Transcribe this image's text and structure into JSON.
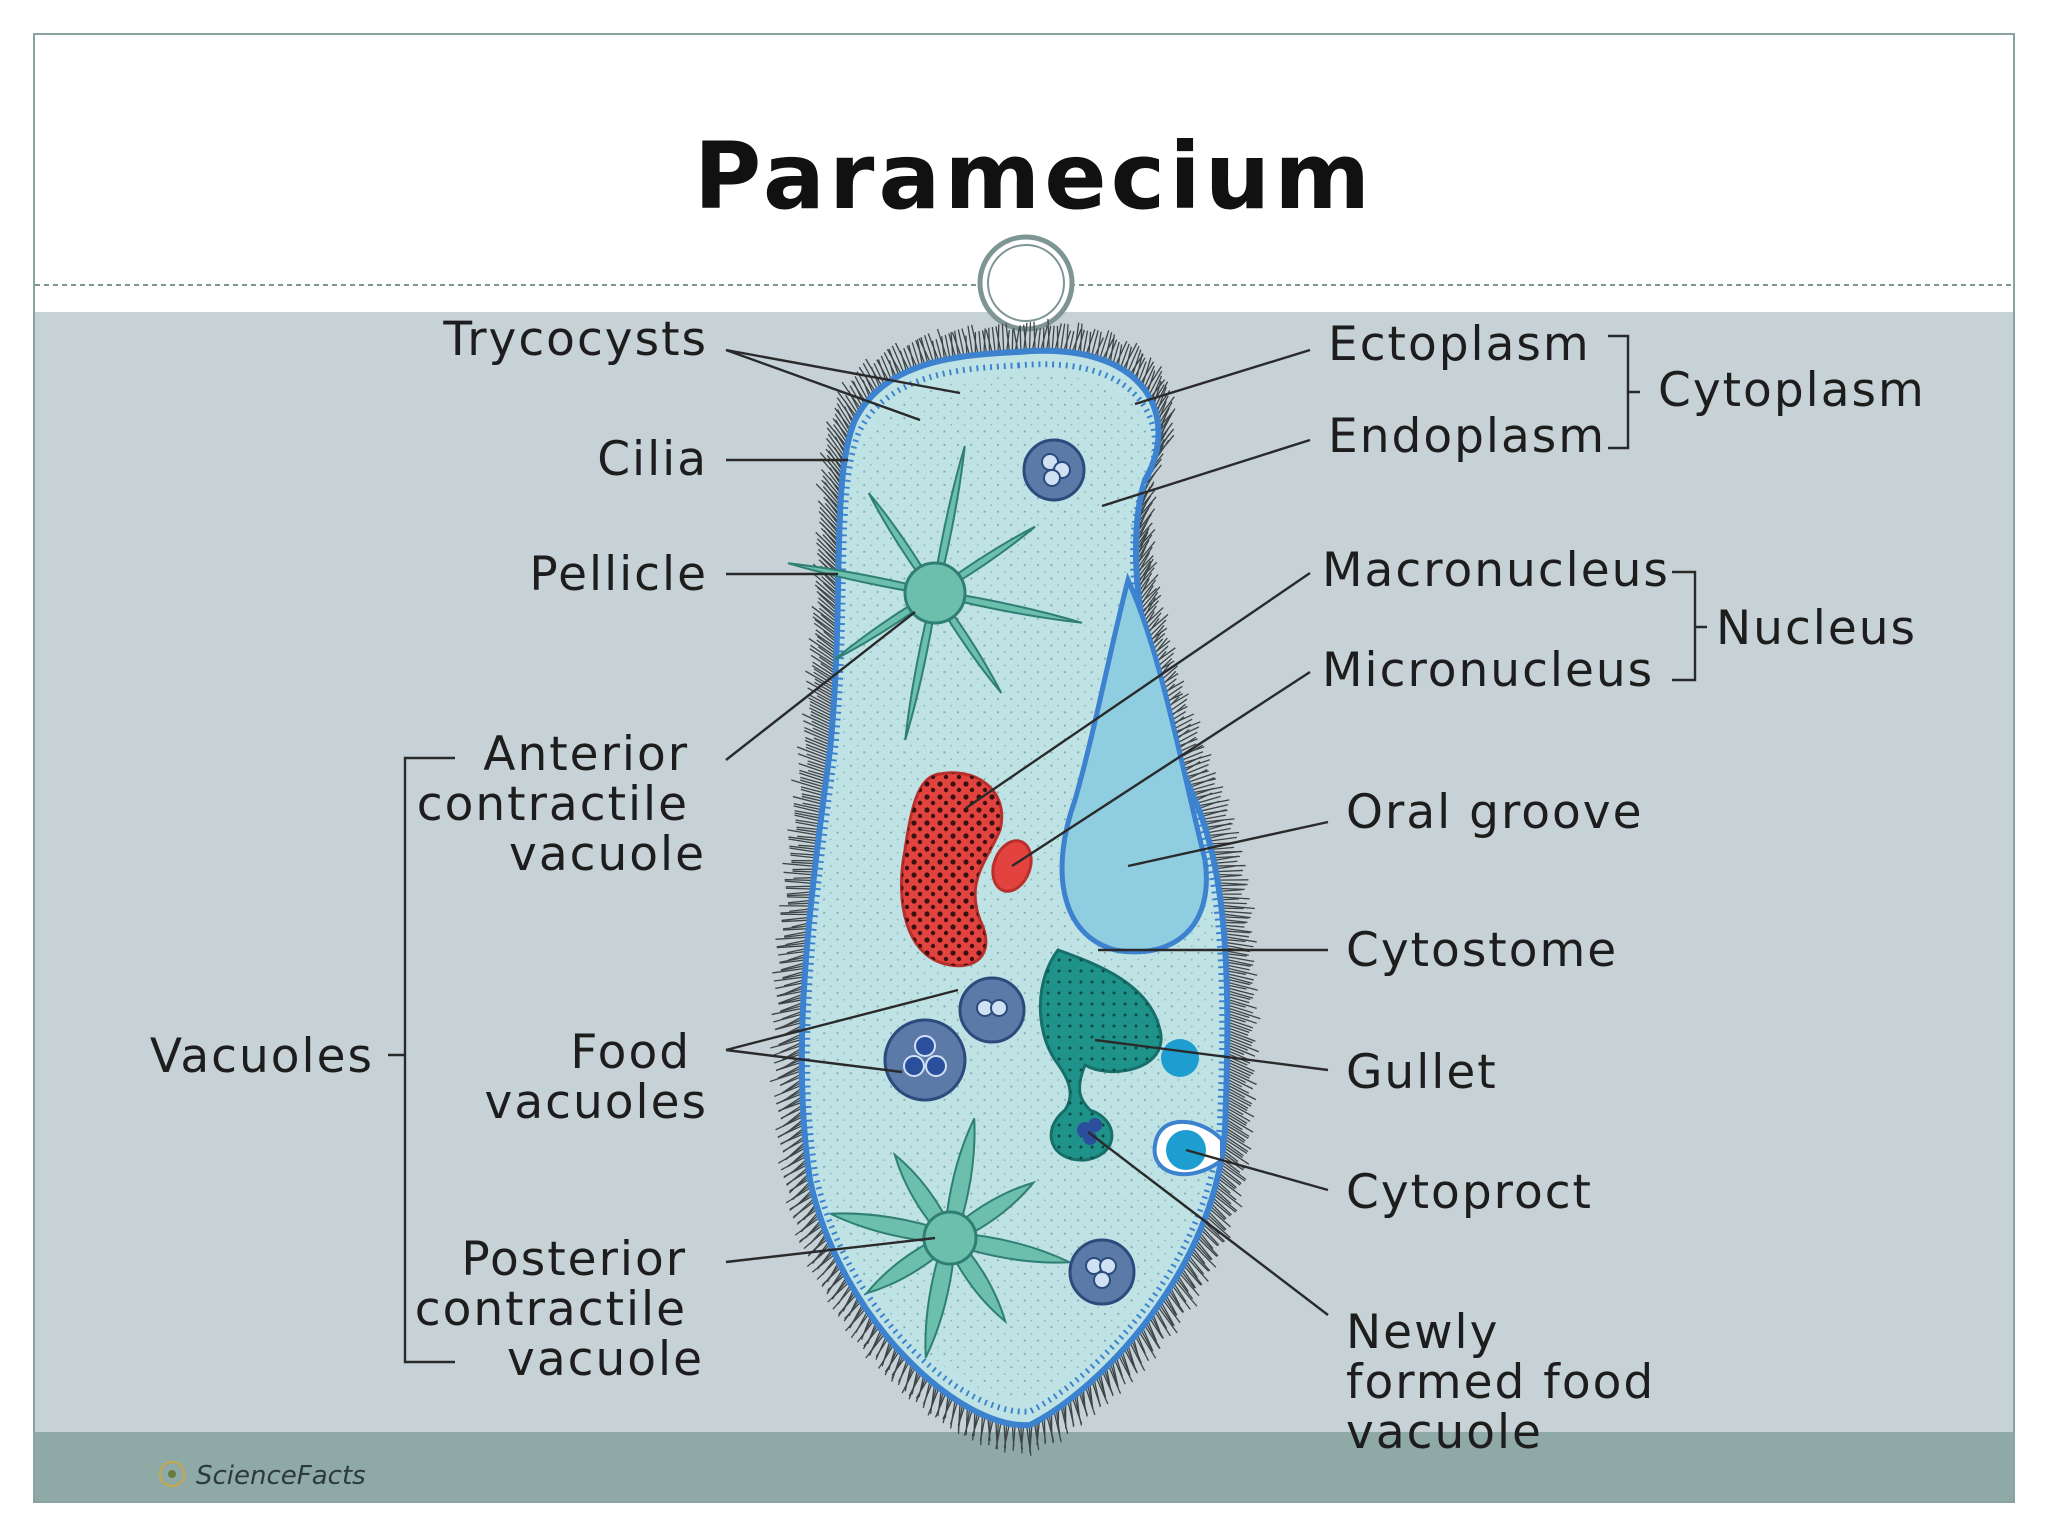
{
  "title": "Paramecium",
  "watermark": "ScienceFacts",
  "colors": {
    "slide_band": "#c6d2d6",
    "footer_band": "#8fa9a6",
    "cell_fill": "#bfe3e5",
    "cell_border": "#3c82cf",
    "macronucleus": "#e2433f",
    "contractile_vacuole": "#6dbfad",
    "food_vacuole": "#5c7aa8",
    "gullet": "#1f9389"
  },
  "labels_left": {
    "trycocysts": "Trycocysts",
    "cilia": "Cilia",
    "pellicle": "Pellicle",
    "anterior": [
      "Anterior",
      "contractile",
      "vacuole"
    ],
    "food": [
      "Food",
      "vacuoles"
    ],
    "posterior": [
      "Posterior",
      "contractile",
      "vacuole"
    ],
    "vacuoles_group": "Vacuoles"
  },
  "labels_right": {
    "ectoplasm": "Ectoplasm",
    "endoplasm": "Endoplasm",
    "cytoplasm_group": "Cytoplasm",
    "macronucleus": "Macronucleus",
    "micronucleus": "Micronucleus",
    "nucleus_group": "Nucleus",
    "oral_groove": "Oral groove",
    "cytostome": "Cytostome",
    "gullet": "Gullet",
    "cytoproct": "Cytoproct",
    "newly_formed": [
      "Newly",
      "formed food",
      "vacuole"
    ]
  }
}
